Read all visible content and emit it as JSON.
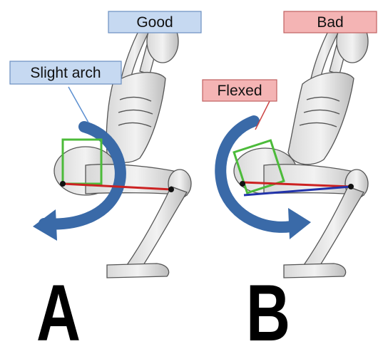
{
  "panels": [
    {
      "id": "A",
      "status": "Good",
      "status_color": "#c6d9f1",
      "annotation": "Slight arch",
      "annotation_color": "#c6d9f1",
      "letter": "A",
      "pelvis_box_color": "#4cbb3a",
      "arrow_color": "#3a6aa8"
    },
    {
      "id": "B",
      "status": "Bad",
      "status_color": "#f4b4b4",
      "annotation": "Flexed",
      "annotation_color": "#f4b4b4",
      "letter": "B",
      "pelvis_box_color": "#4cbb3a",
      "arrow_color": "#3a6aa8"
    }
  ],
  "line_colors": {
    "thigh_good": "#cc2222",
    "thigh_bad_red": "#cc2222",
    "thigh_bad_blue": "#2233aa"
  }
}
